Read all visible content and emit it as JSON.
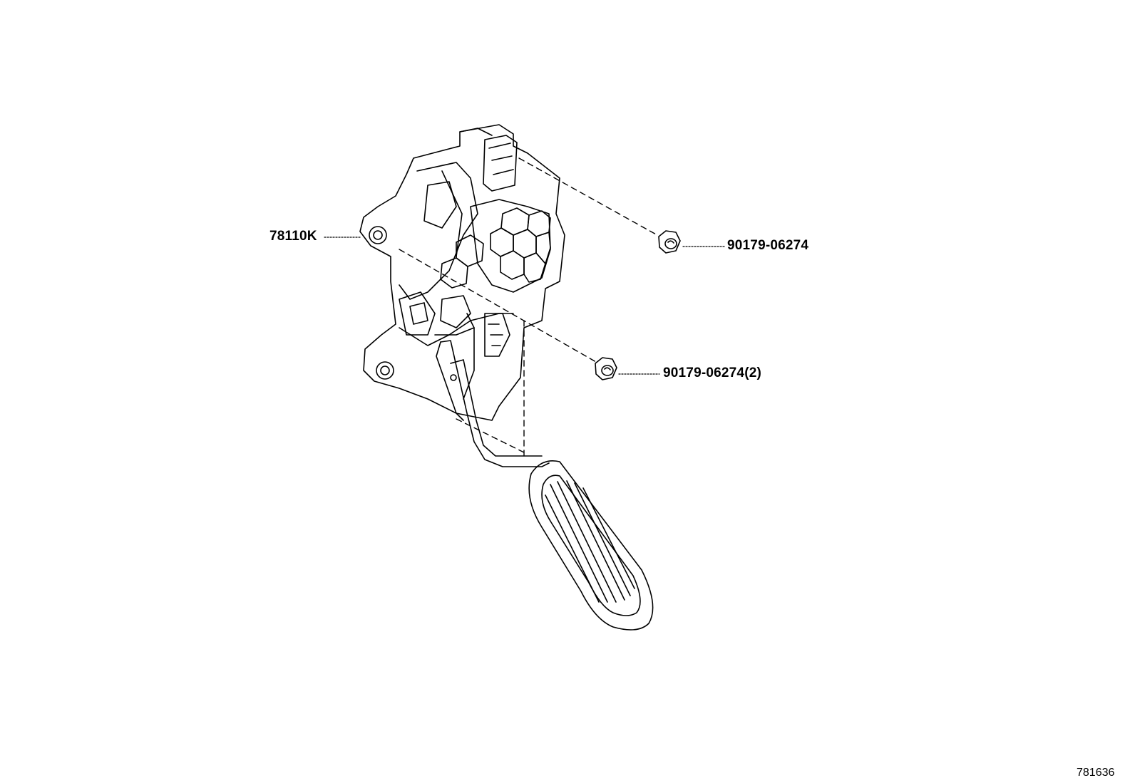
{
  "callouts": [
    {
      "id": "pedal",
      "part_number": "78110K"
    },
    {
      "id": "nut-upper",
      "part_number": "90179-06274"
    },
    {
      "id": "nut-lower",
      "part_number": "90179-06274(2)"
    }
  ],
  "figure_ref": "781636",
  "colors": {
    "line": "#000000",
    "background": "#ffffff"
  }
}
